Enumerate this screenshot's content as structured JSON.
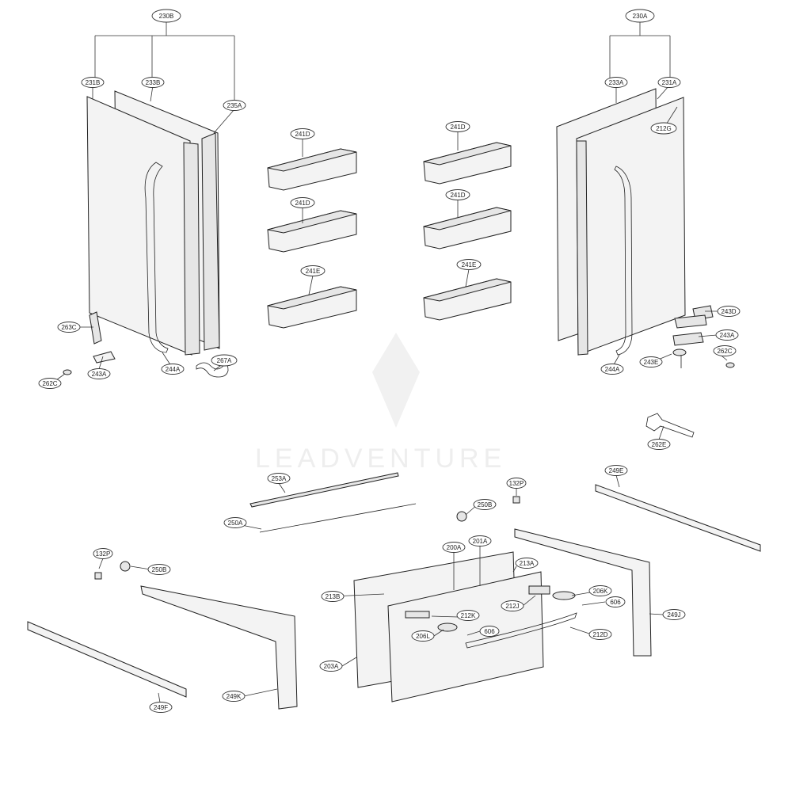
{
  "watermark": "LEADVENTURE",
  "labels": {
    "l230B": "230B",
    "l231B": "231B",
    "l233B": "233B",
    "l235A": "235A",
    "l230A": "230A",
    "l233A": "233A",
    "l231A": "231A",
    "l212G": "212G",
    "l241D_1": "241D",
    "l241D_2": "241D",
    "l241E_1": "241E",
    "l241D_3": "241D",
    "l241D_4": "241D",
    "l241E_2": "241E",
    "l263C": "263C",
    "l243A_L": "243A",
    "l262C_L": "262C",
    "l244A_L": "244A",
    "l267A": "267A",
    "l243D": "243D",
    "l243A_R": "243A",
    "l243E": "243E",
    "l262C_R": "262C",
    "l244A_R": "244A",
    "l262E": "262E",
    "l249E": "249E",
    "l253A": "253A",
    "l250A": "250A",
    "l132P_R": "132P",
    "l250B_R": "250B",
    "l132P_L": "132P",
    "l250B_L": "250B",
    "l200A": "200A",
    "l201A": "201A",
    "l213A": "213A",
    "l213B": "213B",
    "l212J": "212J",
    "l212K": "212K",
    "l206K": "206K",
    "l606_1": "606",
    "l249J": "249J",
    "l206L": "206L",
    "l606_2": "606",
    "l212D": "212D",
    "l203A": "203A",
    "l249K": "249K",
    "l249F": "249F"
  }
}
